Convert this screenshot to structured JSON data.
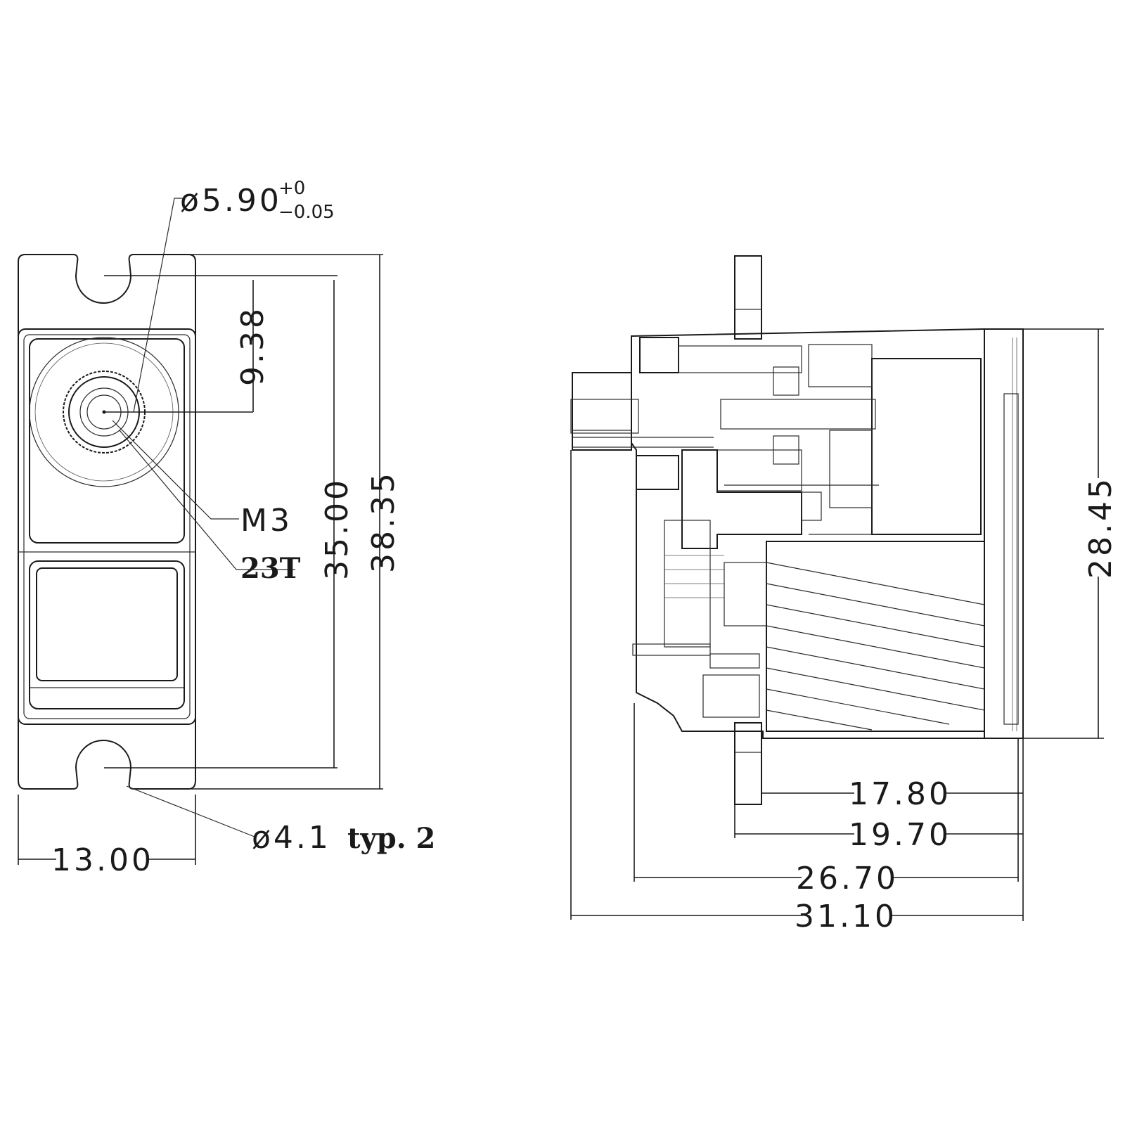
{
  "front_view": {
    "shaft_diameter": "ø5.90",
    "shaft_tol_upper": "+0",
    "shaft_tol_lower": "−0.05",
    "shaft_offset": "9.38",
    "thread": "M3",
    "spline": "23T",
    "hole_spacing": "35.00",
    "overall_length": "38.35",
    "hole_diameter": "ø4.1",
    "hole_note": "typ. 2",
    "width": "13.00"
  },
  "side_view": {
    "dim_a": "17.80",
    "dim_b": "19.70",
    "dim_c": "26.70",
    "dim_d": "31.10",
    "height": "28.45"
  }
}
